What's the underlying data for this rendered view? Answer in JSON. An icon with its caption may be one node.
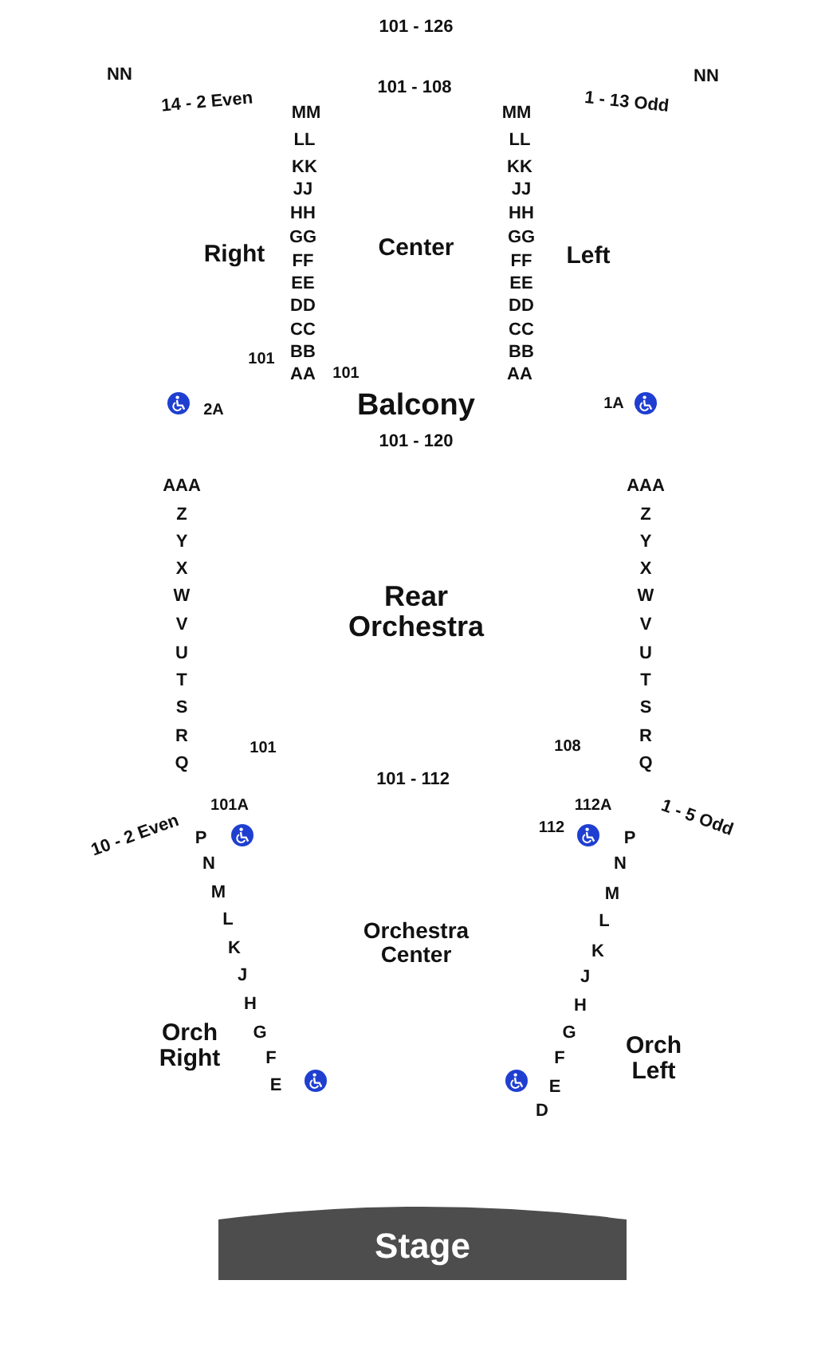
{
  "diagram": {
    "nodes": [
      {
        "text": [
          "Stage"
        ]
      }
    ],
    "edges": [],
    "labels": [
      "101 - 126",
      "NN",
      "NN",
      "101 - 108",
      "14 - 2 Even",
      "1 - 13 Odd",
      "MM",
      "MM",
      "LL",
      "LL",
      "KK",
      "KK",
      "JJ",
      "JJ",
      "HH",
      "HH",
      "GG",
      "GG",
      "Right",
      "Center",
      "Left",
      "FF",
      "FF",
      "EE",
      "EE",
      "DD",
      "DD",
      "CC",
      "CC",
      "101",
      "BB",
      "BB",
      "AA",
      "101",
      "AA",
      "2A",
      "Balcony",
      "1A",
      "101 - 120",
      "AAA",
      "AAA",
      "Z",
      "Z",
      "Y",
      "Y",
      "X",
      "X",
      "W",
      "W",
      "Rear Orchestra",
      "V",
      "V",
      "U",
      "U",
      "T",
      "T",
      "S",
      "S",
      "R",
      "R",
      "101",
      "108",
      "Q",
      "Q",
      "101 - 112",
      "101A",
      "112A",
      "1 - 5 Odd",
      "112",
      "10 - 2 Even",
      "P",
      "P",
      "N",
      "N",
      "M",
      "M",
      "L",
      "L",
      "Orchestra Center",
      "K",
      "K",
      "J",
      "J",
      "H",
      "H",
      "G",
      "G",
      "Orch Right",
      "Orch Left",
      "F",
      "F",
      "E",
      "E",
      "D"
    ]
  }
}
